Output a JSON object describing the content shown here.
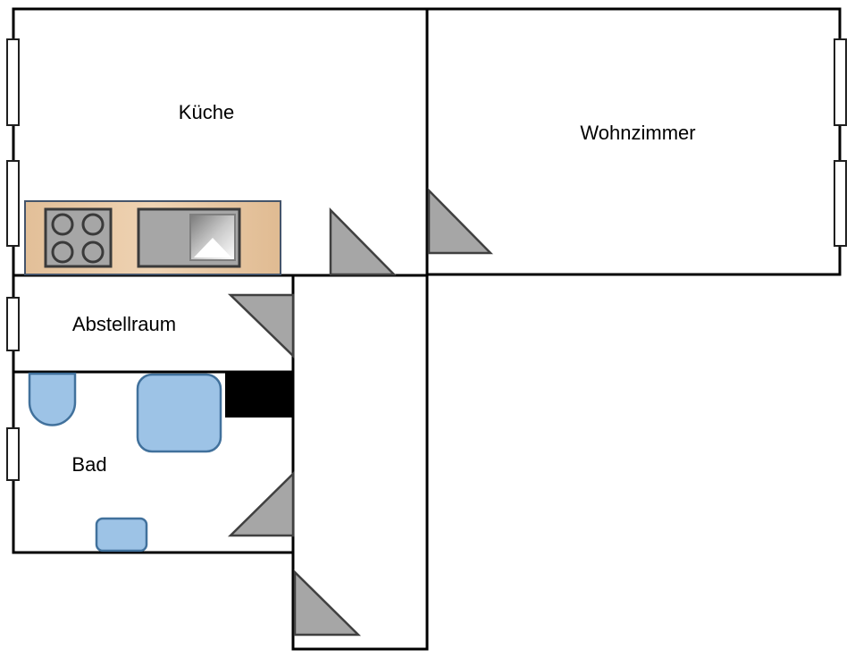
{
  "rooms": {
    "kitchen": "Küche",
    "living_room": "Wohnzimmer",
    "storage": "Abstellraum",
    "bathroom": "Bad"
  },
  "colors": {
    "wall": "#000000",
    "door": "#a6a6a6",
    "fixture": "#9dc3e6",
    "counter": "#e8c9a6"
  }
}
